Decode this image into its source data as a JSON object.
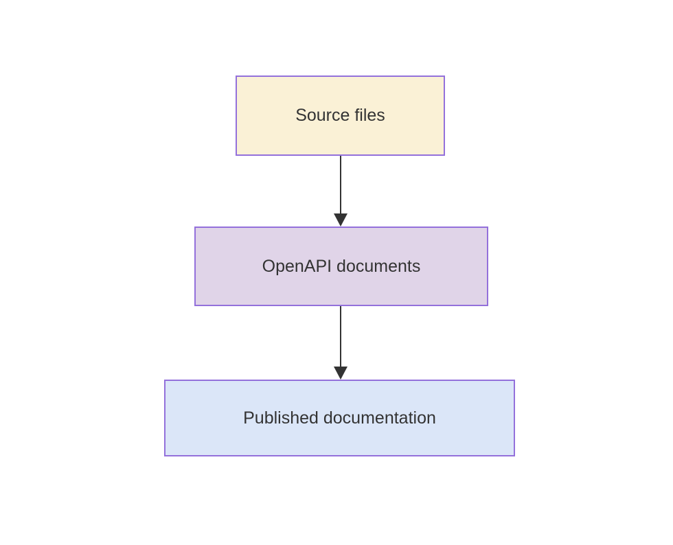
{
  "diagram": {
    "type": "flowchart",
    "direction": "top-to-bottom",
    "background_color": "#ffffff",
    "border_color": "#9370db",
    "text_color": "#333333",
    "edge_color": "#333333",
    "nodes": [
      {
        "id": "source",
        "label": "Source files",
        "fill": "#faf1d6"
      },
      {
        "id": "openapi",
        "label": "OpenAPI documents",
        "fill": "#e0d4e8"
      },
      {
        "id": "published",
        "label": "Published documentation",
        "fill": "#dbe6f8"
      }
    ],
    "edges": [
      {
        "from": "source",
        "to": "openapi",
        "style": "solid-arrow"
      },
      {
        "from": "openapi",
        "to": "published",
        "style": "solid-arrow"
      }
    ]
  }
}
